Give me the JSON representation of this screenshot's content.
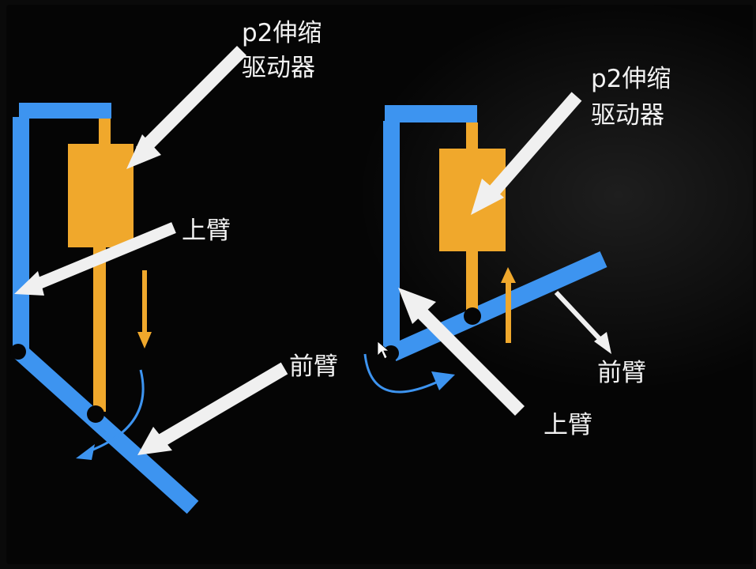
{
  "colors": {
    "background": "#050505",
    "frame": "#3d94f0",
    "actuator": "#f0a82c",
    "pointer_arrow": "#f0f0f0",
    "joint": "#050505",
    "motion_curve": "#3d94f0"
  },
  "left_diagram": {
    "actuator_label_line1": "p2伸缩",
    "actuator_label_line2": "驱动器",
    "upper_arm_label": "上臂",
    "forearm_label": "前臂",
    "motion_arrow": "down-arrow-icon"
  },
  "right_diagram": {
    "actuator_label_line1": "p2伸缩",
    "actuator_label_line2": "驱动器",
    "upper_arm_label": "上臂",
    "forearm_label": "前臂",
    "motion_arrow": "up-arrow-icon"
  }
}
